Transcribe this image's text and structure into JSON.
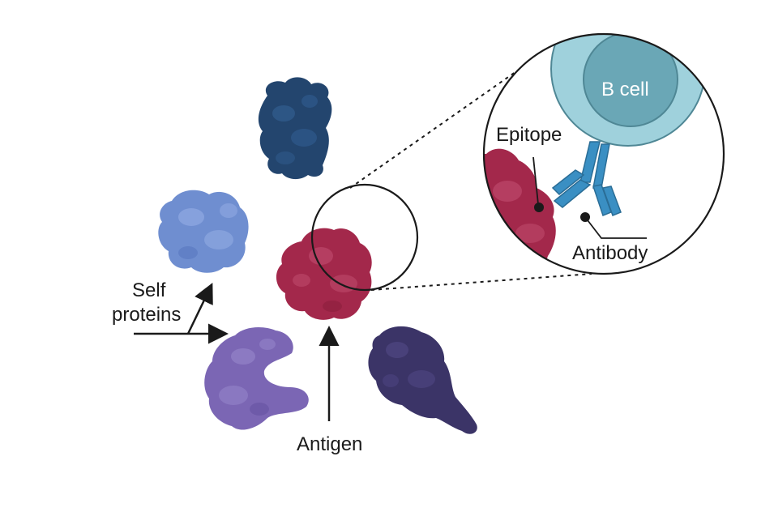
{
  "labels": {
    "self_proteins_line1": "Self",
    "self_proteins_line2": "proteins",
    "antigen": "Antigen",
    "epitope": "Epitope",
    "antibody": "Antibody",
    "b_cell": "B cell"
  },
  "colors": {
    "protein_dark_blue": "#23456e",
    "protein_light_blue": "#6f8ed0",
    "protein_purple": "#7b66b4",
    "protein_dark_purple": "#3b3467",
    "antigen_red": "#a3284b",
    "b_cell_outer": "#9fd1dc",
    "b_cell_nucleus": "#6aa7b6",
    "antibody_blue": "#3a8fc3",
    "arrow": "#1a1a1a"
  }
}
